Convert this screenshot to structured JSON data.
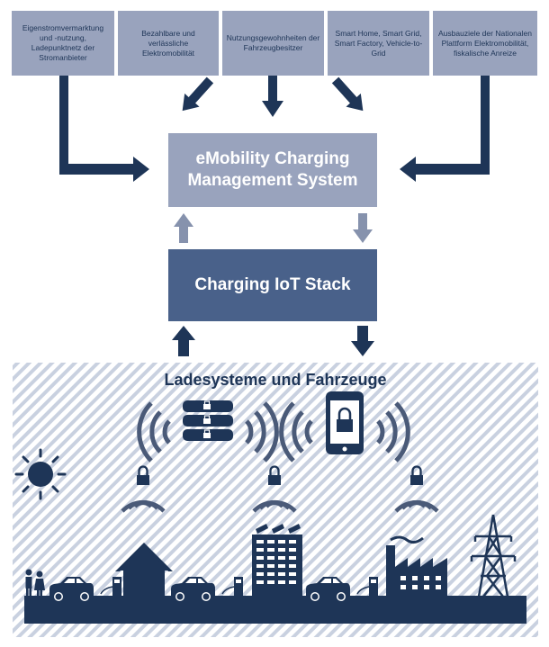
{
  "drivers": [
    "Eigenstromvermarktung und -nutzung, Ladepunktnetz der Stromanbieter",
    "Bezahlbare und verlässliche Elektromobilität",
    "Nutzungsgewohnheiten der Fahrzeugbesitzer",
    "Smart Home, Smart Grid, Smart Factory, Vehicle-to-Grid",
    "Ausbauziele der Nationalen Plattform Elektromobilität, fiskalische Anreize"
  ],
  "ems_label": "eMobility Charging Management System",
  "stack_label": "Charging IoT Stack",
  "scene_title": "Ladesysteme und Fahrzeuge",
  "colors": {
    "dark_navy": "#1e3557",
    "mid_blue": "#49618a",
    "light_blue": "#99a3bd",
    "arrow_light": "#8692ad",
    "hatch": "#c9d1e0"
  },
  "icons": [
    "server-icon",
    "smartphone-icon",
    "lock-icon",
    "wifi-icon",
    "sun-icon",
    "house-icon",
    "car-icon",
    "charging-station-icon",
    "office-building-icon",
    "factory-icon",
    "power-pylon-icon",
    "people-icon"
  ]
}
